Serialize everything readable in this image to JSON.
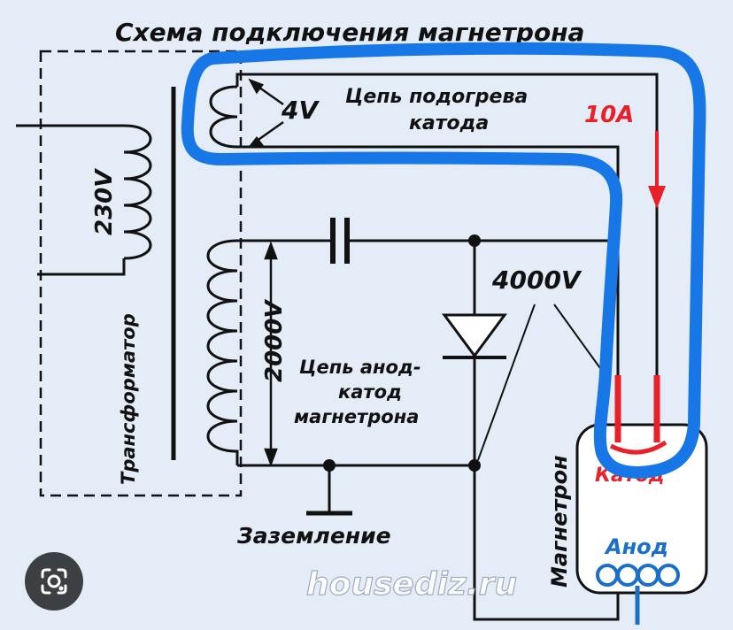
{
  "diagram": {
    "title": "Схема подключения магнетрона",
    "label_4v": "4V",
    "label_heater_line1": "Цепь подогрева",
    "label_heater_line2": "катода",
    "label_10a": "10A",
    "label_230v": "230V",
    "label_2000v": "2000V",
    "label_4000v": "4000V",
    "label_transformer": "Трансформатор",
    "label_anode_circuit_line1": "Цепь анод-",
    "label_anode_circuit_line2": "катод",
    "label_anode_circuit_line3": "магнетрона",
    "label_magnetron": "Магнетрон",
    "label_cathode": "Катод",
    "label_anode": "Анод",
    "label_ground": "Заземление",
    "watermark": "housediz.ru"
  },
  "colors": {
    "background": "#e4edf7",
    "wire": "#111111",
    "current_red": "#e8202a",
    "anode_blue": "#1a6fc9",
    "highlight_blue": "#1877e6"
  },
  "icons": {
    "lens_button": "google-lens-icon"
  }
}
